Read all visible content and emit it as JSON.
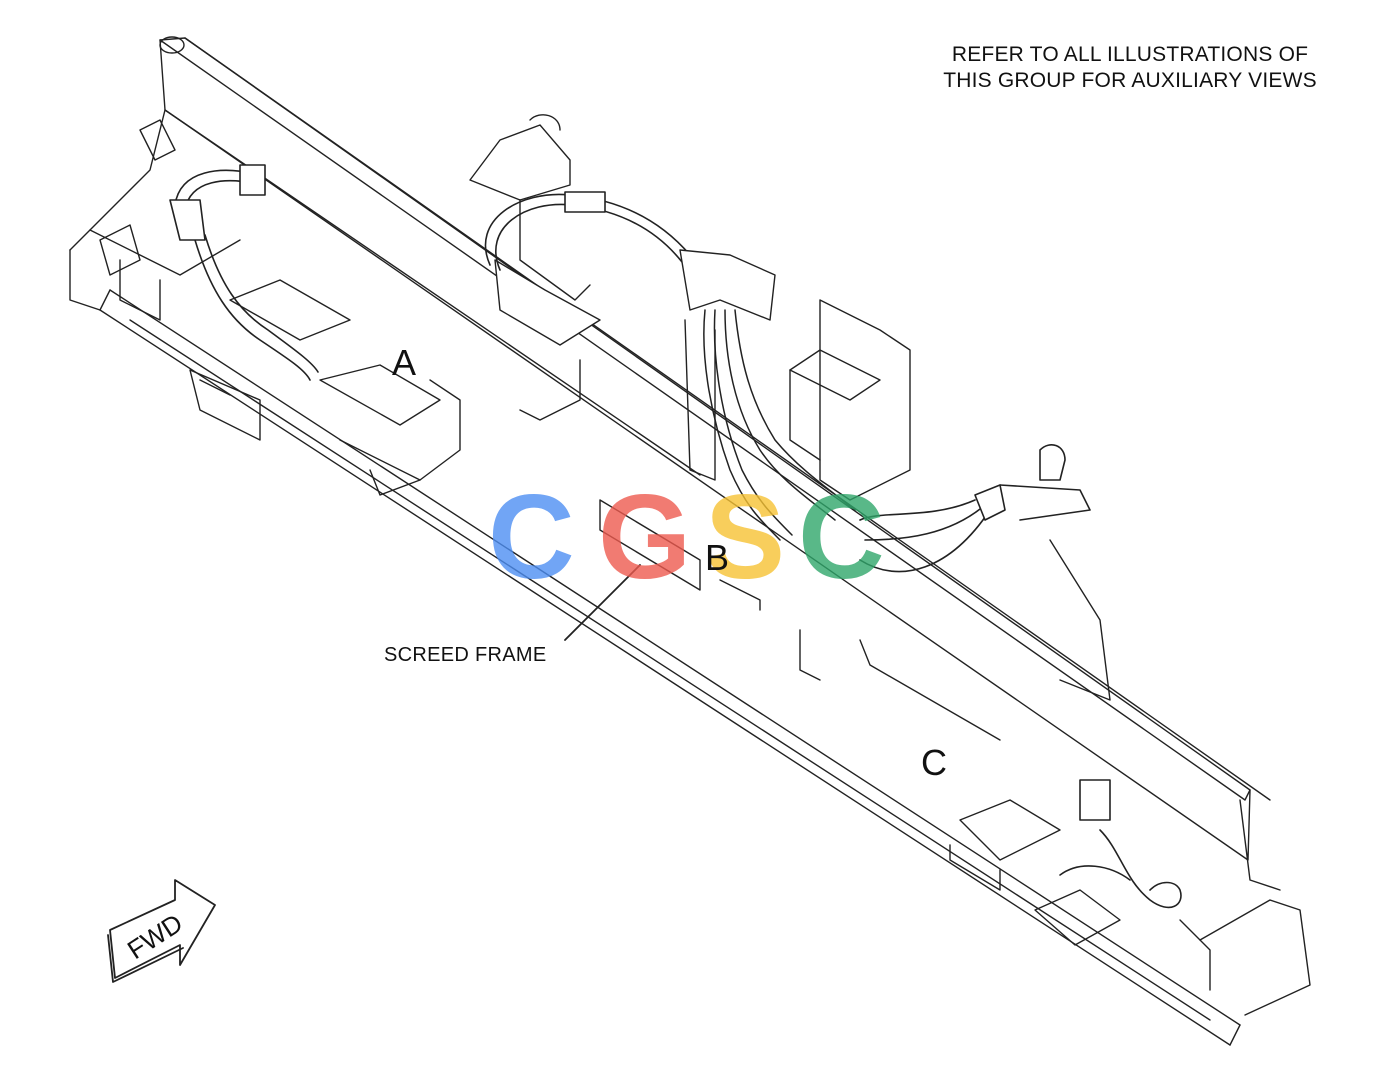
{
  "note": {
    "line1": "REFER TO ALL ILLUSTRATIONS OF",
    "line2": "THIS GROUP FOR AUXILIARY VIEWS"
  },
  "labels": {
    "a": "A",
    "b": "B",
    "c": "C",
    "screed_frame": "SCREED FRAME",
    "fwd": "FWD"
  },
  "watermark": {
    "letters": [
      "C",
      "G",
      "S",
      "C"
    ],
    "colors": [
      "#4d8ff2",
      "#ee5a4f",
      "#f6c233",
      "#2fa66a"
    ]
  },
  "colors": {
    "line": "#222222",
    "background": "#ffffff"
  }
}
